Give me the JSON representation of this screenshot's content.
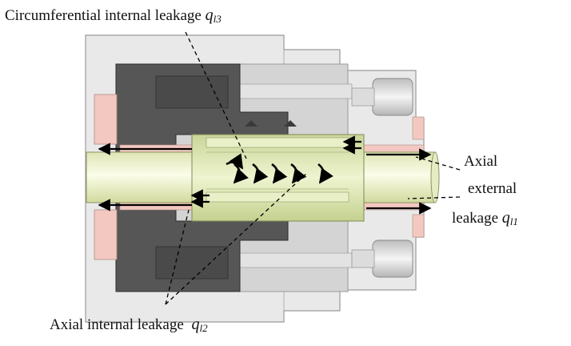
{
  "labels": {
    "circumferential": {
      "text": "Circumferential internal leakage",
      "sym": "q",
      "sub": "l3"
    },
    "axial_internal": {
      "text": "Axial internal leakage",
      "sym": "q",
      "sub": "l2"
    },
    "axial_external_1": "Axial",
    "axial_external_2": "external",
    "axial_external_3": {
      "text": "leakage",
      "sym": "q",
      "sub": "l1"
    }
  },
  "colors": {
    "housing_light": "#e9e9e9",
    "housing_mid": "#cfcfcf",
    "housing_dark": "#4f4f4f",
    "shaft": "#eef2cc",
    "sleeve": "#d8e5a8",
    "seal_pink": "#f2c8c0",
    "arrow": "#000000"
  }
}
